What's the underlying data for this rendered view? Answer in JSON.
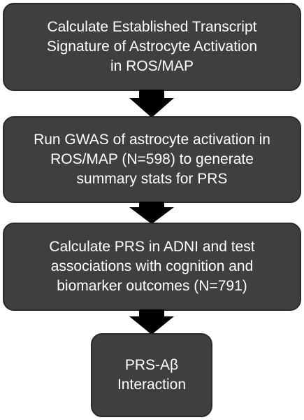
{
  "flowchart": {
    "steps": [
      {
        "label": "Calculate Established Transcript\nSignature of Astrocyte Activation\nin ROS/MAP"
      },
      {
        "label": "Run GWAS of astrocyte activation in\nROS/MAP (N=598) to generate\nsummary stats for PRS"
      },
      {
        "label": "Calculate PRS in ADNI and test\nassociations with cognition and\nbiomarker outcomes (N=791)"
      },
      {
        "label": "PRS-Aβ\nInteraction"
      }
    ],
    "colors": {
      "box_fill": "#3f3f3f",
      "box_text": "#ffffff",
      "arrow": "#000000"
    }
  }
}
